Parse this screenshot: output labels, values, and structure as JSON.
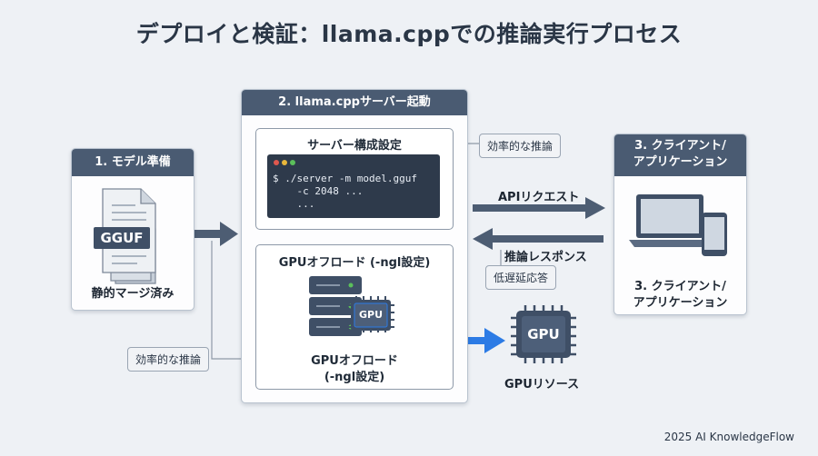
{
  "title": "デプロイと検証：llama.cppでの推論実行プロセス",
  "box1": {
    "header": "1. モデル準備",
    "icon_text": "GGUF",
    "caption": "静的マージ済み"
  },
  "box2": {
    "header": "2. llama.cppサーバー起動",
    "config": {
      "title": "サーバー構成設定",
      "terminal": [
        "$ ./server -m model.gguf",
        "    -c 2048 ...",
        "    ..."
      ]
    },
    "offload": {
      "title": "GPUオフロード (-ngl設定)",
      "chip_text": "GPU",
      "caption_line1": "GPUオフロード",
      "caption_line2": "(-ngl設定)"
    }
  },
  "box3": {
    "header_line1": "3. クライアント/",
    "header_line2": "アプリケーション",
    "caption_line1": "3. クライアント/",
    "caption_line2": "アプリケーション"
  },
  "notes": {
    "efficient_top": "効率的な推論",
    "efficient_bottom": "効率的な推論",
    "low_latency": "低遅延応答"
  },
  "arrows": {
    "api_request": "APIリクエスト",
    "response": "推論レスポンス"
  },
  "gpu_resource": {
    "chip_text": "GPU",
    "caption": "GPUリソース"
  },
  "footer": "2025 AI KnowledgeFlow",
  "colors": {
    "header": "#4a5b72",
    "arrow": "#4d5d73",
    "accent_blue": "#2c7be5"
  }
}
